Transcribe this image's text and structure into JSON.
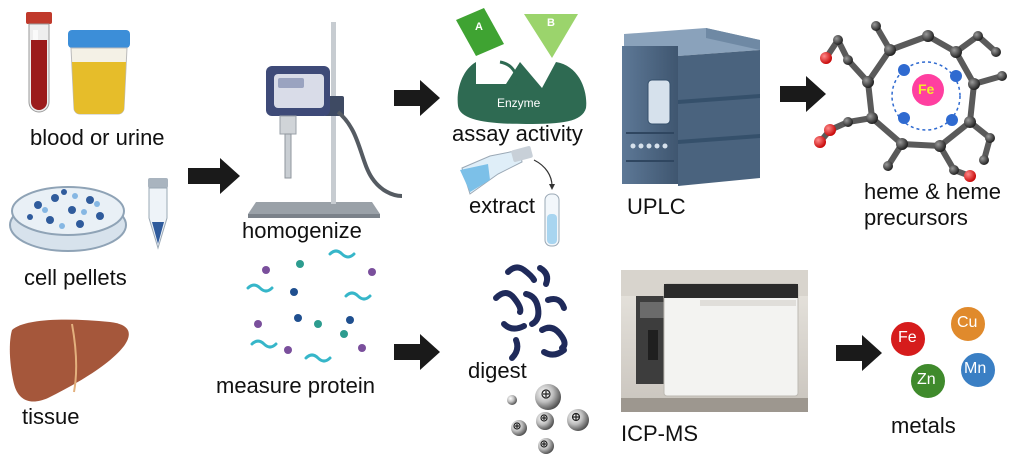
{
  "labels": {
    "blood": "blood or urine",
    "cells": "cell pellets",
    "tissue": "tissue",
    "homogenize": "homogenize",
    "measure_protein": "measure protein",
    "assay_activity": "assay activity",
    "extract": "extract",
    "digest": "digest",
    "uplc": "UPLC",
    "heme_line1": "heme & heme",
    "heme_line2": "precursors",
    "icpms": "ICP-MS",
    "metals": "metals"
  },
  "enzyme": {
    "a": "A",
    "b": "B",
    "name": "Enzyme"
  },
  "molecule": {
    "center": "Fe"
  },
  "metals": [
    {
      "symbol": "Fe",
      "color": "#d61c1c"
    },
    {
      "symbol": "Cu",
      "color": "#e08a2c"
    },
    {
      "symbol": "Zn",
      "color": "#3f8a2c"
    },
    {
      "symbol": "Mn",
      "color": "#3a7fc4"
    }
  ],
  "colors": {
    "enzyme": "#2e6a52",
    "substrate": "#4caf2a",
    "arrow": "#1a1a1a"
  }
}
